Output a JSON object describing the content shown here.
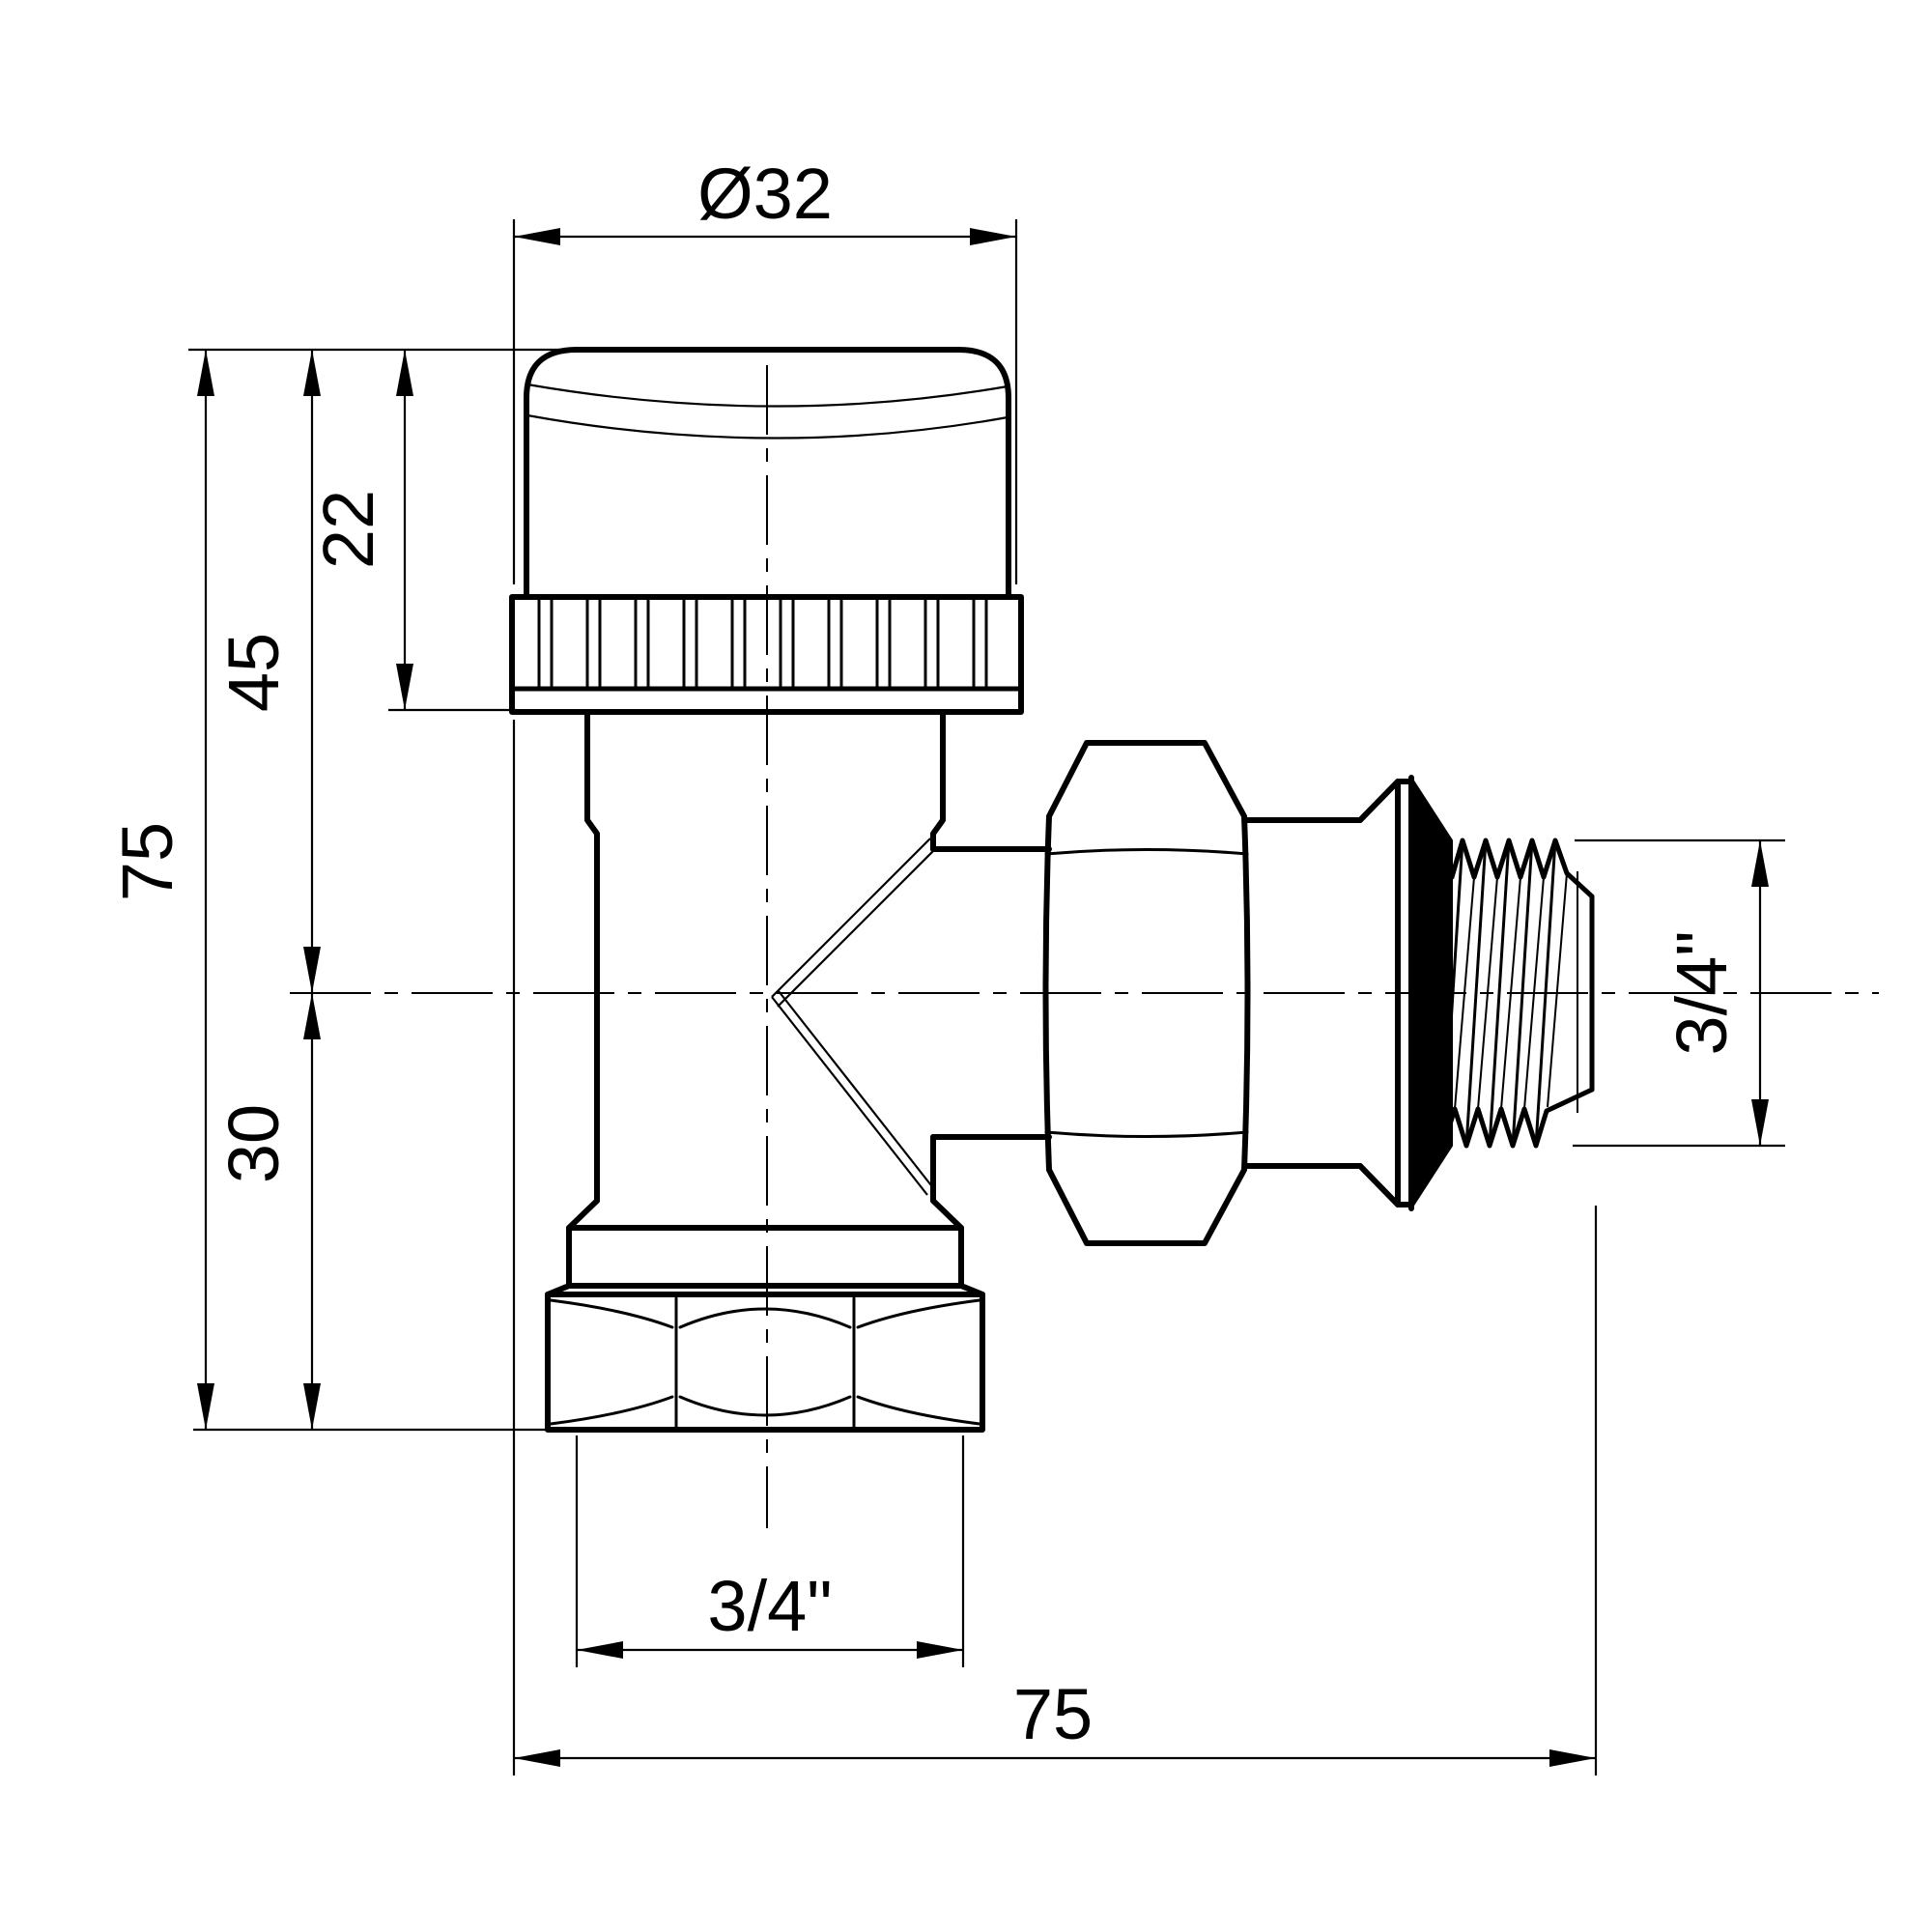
{
  "drawing": {
    "background_color": "#ffffff",
    "line_color": "#000000",
    "dimensions": {
      "knob_diameter": "Ø32",
      "knob_height": "22",
      "top_to_axis": "45",
      "overall_height": "75",
      "axis_to_bottom": "30",
      "bottom_thread": "3/4\"",
      "side_thread": "3/4\"",
      "overall_length": "75"
    }
  }
}
